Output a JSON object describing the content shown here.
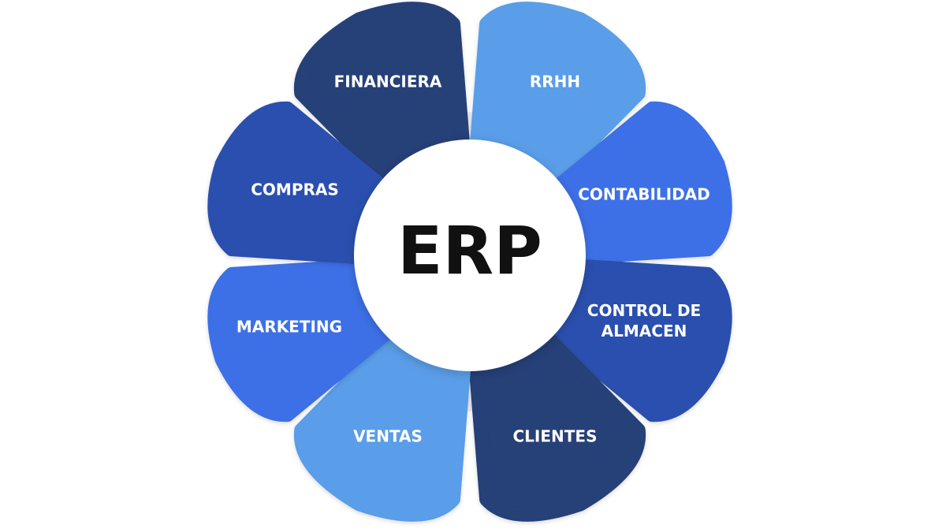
{
  "center": {
    "label": "ERP"
  },
  "petals": [
    {
      "label": "FINANCIERA",
      "color": "#263F78"
    },
    {
      "label": "RRHH",
      "color": "#5A9DE8"
    },
    {
      "label": "CONTABILIDAD",
      "color": "#3D6FE6"
    },
    {
      "label": "CONTROL DE ALMACEN",
      "color": "#2C4FAE"
    },
    {
      "label": "CLIENTES",
      "color": "#263F78"
    },
    {
      "label": "VENTAS",
      "color": "#5A9DE8"
    },
    {
      "label": "MARKETING",
      "color": "#3D6FE6"
    },
    {
      "label": "COMPRAS",
      "color": "#2C4FAE"
    }
  ]
}
